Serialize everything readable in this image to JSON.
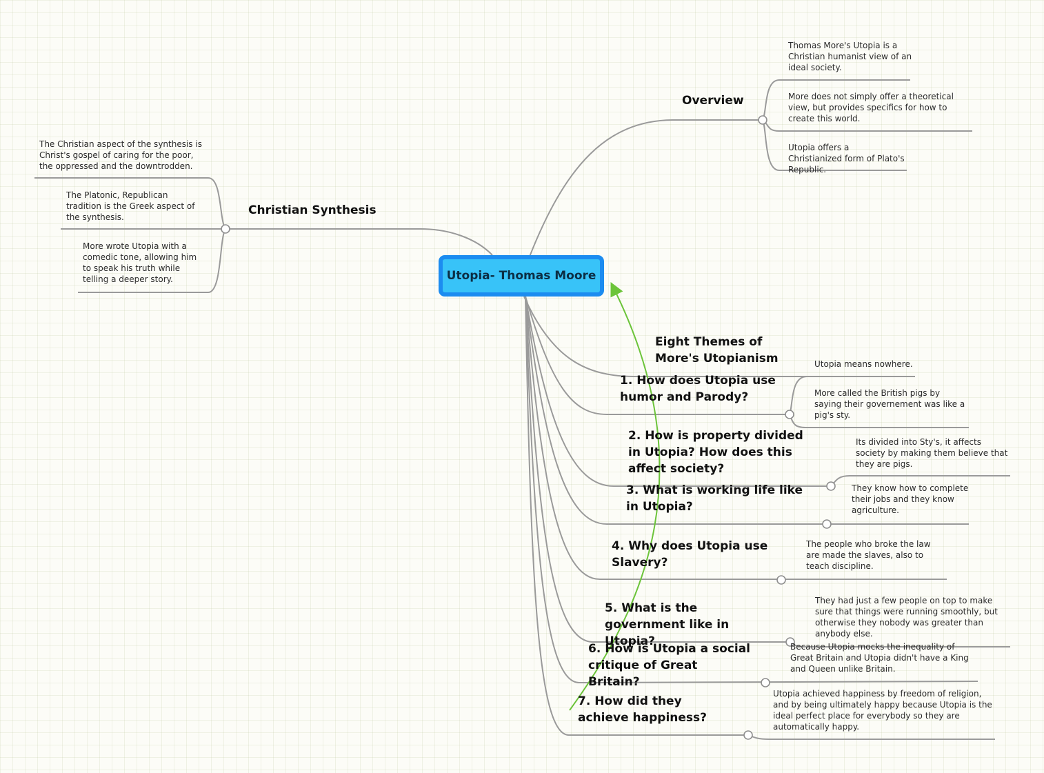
{
  "central": {
    "title": "Utopia- Thomas Moore"
  },
  "topics": {
    "overview": {
      "title": "Overview",
      "notes": [
        "Thomas More's Utopia is a Christian humanist view of an ideal society.",
        "More does not simply offer a theoretical view, but provides specifics for how to create this world.",
        "Utopia offers a Christianized form of Plato's Republic."
      ]
    },
    "christian_synthesis": {
      "title": "Christian Synthesis",
      "notes": [
        "The Christian aspect of the synthesis is Christ's gospel of caring for the poor, the oppressed and the downtrodden.",
        "The Platonic, Republican tradition is the Greek aspect of the synthesis.",
        "More wrote Utopia with a comedic tone, allowing him to speak his truth while telling a deeper story."
      ]
    },
    "eight_themes": {
      "title": "Eight Themes of More's Utopianism"
    },
    "q1": {
      "title": "1. How does Utopia use humor and Parody?",
      "notes": [
        "Utopia means nowhere.",
        "More called the British pigs by saying their governement was like a pig's sty."
      ]
    },
    "q2": {
      "title": "2. How is property divided in Utopia? How does this affect society?",
      "notes": [
        "Its divided into Sty's, it affects society by making them believe that they are pigs."
      ]
    },
    "q3": {
      "title": "3. What is working life like in Utopia?",
      "notes": [
        "They know how to complete their jobs and they know agriculture."
      ]
    },
    "q4": {
      "title": "4. Why does Utopia use Slavery?",
      "notes": [
        "The people who broke the law are made the slaves, also to teach discipline."
      ]
    },
    "q5": {
      "title": "5. What is the government like in Utopia?",
      "notes": [
        "They had just a few people on top to make sure that things were running smoothly, but otherwise they nobody was greater than anybody else."
      ]
    },
    "q6": {
      "title": "6. How is Utopia a social critique of Great Britain?",
      "notes": [
        "Because Utopia mocks the inequality of Great Britain and Utopia didn't have a King and Queen unlike Britain."
      ]
    },
    "q7": {
      "title": "7. How did they achieve happiness?",
      "notes": [
        "Utopia achieved happiness by freedom of religion, and by being ultimately happy because Utopia is the ideal perfect place for everybody so they are automatically happy."
      ]
    }
  },
  "colors": {
    "branch": "#9a9a9a",
    "central_fill": "#38c3f8",
    "central_border": "#1c8cf0",
    "relation_arrow": "#6cc43a"
  }
}
